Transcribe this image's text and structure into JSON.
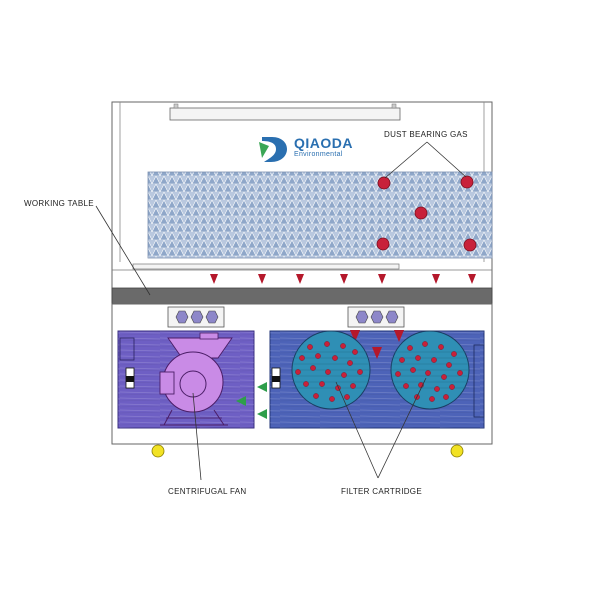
{
  "brand": {
    "name": "QIAODA",
    "subtitle": "Environmental",
    "colors": {
      "primary": "#2a6fb0",
      "accent": "#3aa655"
    }
  },
  "labels": {
    "dust_bearing_gas": "DUST BEARING GAS",
    "working_table": "WORKING TABLE",
    "centrifugal_fan": "CENTRIFUGAL FAN",
    "filter_cartridge": "FILTER  CARTRIDGE"
  },
  "colors": {
    "dust_particle": "#c8213a",
    "airflow_arrow_down": "#b5182b",
    "airflow_arrow_side": "#2e9e4a",
    "mesh_panel": "#8fa7c9",
    "work_surface": "#6a6a6a",
    "fan_chamber": "#6e5fc4",
    "fan_body": "#c98be6",
    "filter_chamber": "#4d63b8",
    "filter_cartridge": "#2f8fb5",
    "caster_wheel": "#f2e224"
  }
}
